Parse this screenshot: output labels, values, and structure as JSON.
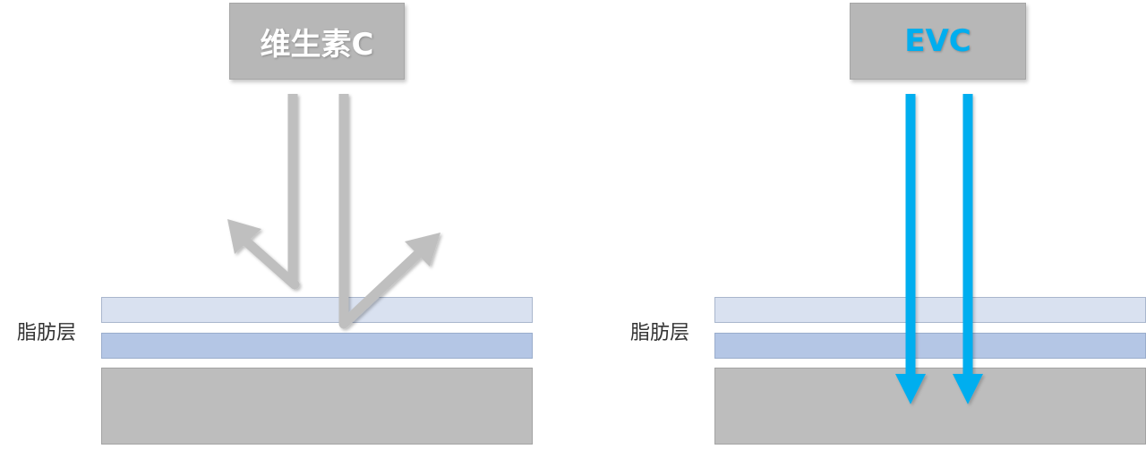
{
  "left_panel": {
    "source_label": "维生素C",
    "layer_label": "脂肪层"
  },
  "right_panel": {
    "source_label": "EVC",
    "layer_label": "脂肪层",
    "arrow_color": "#00aeef"
  },
  "colors": {
    "source_box": "#b7b7b7",
    "gray_arrow": "#bfbfbf",
    "layer_light": "#d9e1f0",
    "layer_blue": "#b4c6e5",
    "layer_base": "#bdbdbd"
  }
}
